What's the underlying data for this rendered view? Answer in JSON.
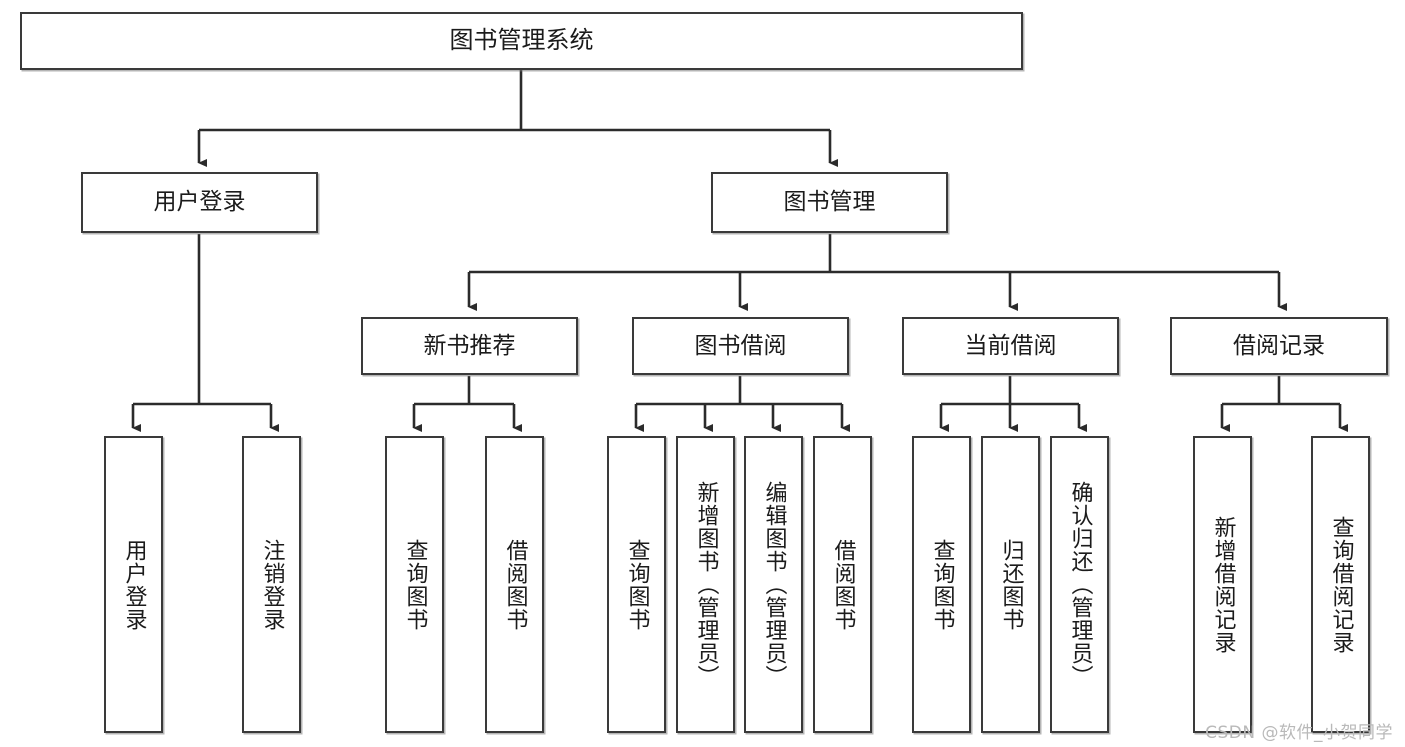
{
  "diagram": {
    "title": "图书管理系统",
    "type": "tree-hierarchy-chart",
    "watermark": "CSDN @软件_小贺同学",
    "colors": {
      "border": "#3a3a3a",
      "background": "#ffffff",
      "text": "#1b1b1b",
      "edge": "#2b2b2b",
      "watermark": "#b9b9b9"
    },
    "root": {
      "label": "图书管理系统"
    },
    "level2": [
      {
        "id": "user-login",
        "label": "用户登录"
      },
      {
        "id": "book-manage",
        "label": "图书管理"
      }
    ],
    "level3": [
      {
        "id": "new-book-recommend",
        "label": "新书推荐"
      },
      {
        "id": "book-borrow",
        "label": "图书借阅"
      },
      {
        "id": "current-borrow",
        "label": "当前借阅"
      },
      {
        "id": "borrow-record",
        "label": "借阅记录"
      }
    ],
    "leaves": {
      "user-login": [
        {
          "id": "leaf-user-login",
          "label": "用户登录"
        },
        {
          "id": "leaf-logout-login",
          "label": "注销登录"
        }
      ],
      "new-book-recommend": [
        {
          "id": "leaf-query-book-1",
          "label": "查询图书"
        },
        {
          "id": "leaf-borrow-book-1",
          "label": "借阅图书"
        }
      ],
      "book-borrow": [
        {
          "id": "leaf-query-book-2",
          "label": "查询图书"
        },
        {
          "id": "leaf-add-book",
          "label": "新增图书（管理员）"
        },
        {
          "id": "leaf-edit-book",
          "label": "编辑图书（管理员）"
        },
        {
          "id": "leaf-borrow-book-2",
          "label": "借阅图书"
        }
      ],
      "current-borrow": [
        {
          "id": "leaf-query-book-3",
          "label": "查询图书"
        },
        {
          "id": "leaf-return-book",
          "label": "归还图书"
        },
        {
          "id": "leaf-confirm-return",
          "label": "确认归还（管理员）"
        }
      ],
      "borrow-record": [
        {
          "id": "leaf-add-record",
          "label": "新增借阅记录"
        },
        {
          "id": "leaf-query-record",
          "label": "查询借阅记录"
        }
      ]
    }
  }
}
